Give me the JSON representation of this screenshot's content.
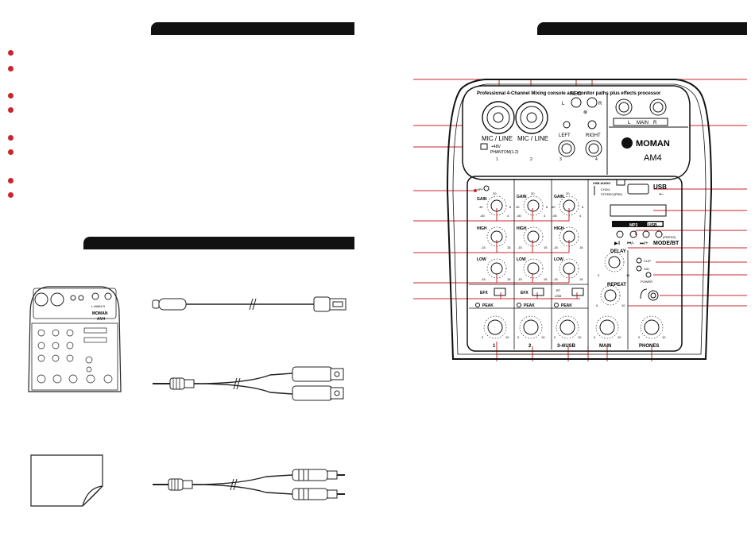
{
  "device": {
    "banner": "Professional 4-Channel Mixing console and monitor paths plus effects processor",
    "brand": "MOMAN",
    "model": "AM4"
  },
  "inputs": {
    "mic_line_label": "MIC / LINE",
    "ch1": "1",
    "ch2": "2",
    "ch3": "3",
    "ch4": "4",
    "phantom_line1": "+48V",
    "phantom_line2": "PHANTOM(1-2)",
    "rec_label": "REC",
    "rec_l": "L",
    "rec_r": "R",
    "left_label": "LEFT",
    "right_label": "RIGHT",
    "main_l": "L",
    "main_label": "MAIN",
    "main_r": "R"
  },
  "strips": {
    "gain": "GAIN",
    "gain_top": "20",
    "gain_l": "40",
    "gain_r": "6",
    "gain_bl": "-60",
    "gain_br": "4",
    "high": "HIGH",
    "low": "LOW",
    "eq_min": "-15",
    "eq_max": "15",
    "efx": "EFX",
    "peak": "PEAK",
    "lvl_min": "0",
    "lvl_max": "10",
    "hpf": "HPF",
    "bt": "BT",
    "usb": "USB",
    "ch34usb": "3-4/USB",
    "main": "MAIN",
    "phones": "PHONES"
  },
  "right_section": {
    "usb_title": "USB",
    "usb_audio": "USB AUDIO",
    "ch34": "CH3/4",
    "stereo": "STEREO(PRE)",
    "mp3": "MP3",
    "usb_badge": "USB",
    "play": "▶‖",
    "prev": "⏮/-",
    "next": "⏭/+",
    "press": "(PRESS)",
    "mode_bt": "MODE/BT",
    "delay": "DELAY",
    "repeat": "REPEAT",
    "clip": "CLIP",
    "sig": "SIG",
    "power": "POWER",
    "fx_min": "0",
    "fx_max": "10"
  },
  "mini": {
    "brand": "MOMAN",
    "model": "AM4",
    "main": "L   MAIN   R"
  }
}
